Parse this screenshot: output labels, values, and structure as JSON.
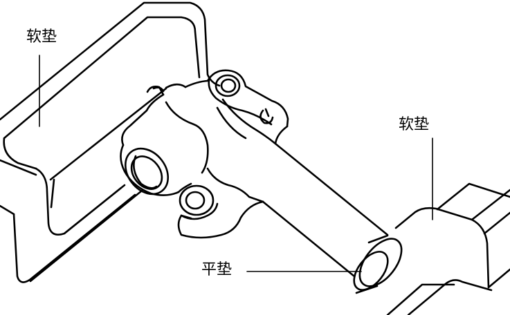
{
  "labels": {
    "soft_pad_left": "软垫",
    "soft_pad_right": "软垫",
    "flat_pad": "平垫"
  }
}
